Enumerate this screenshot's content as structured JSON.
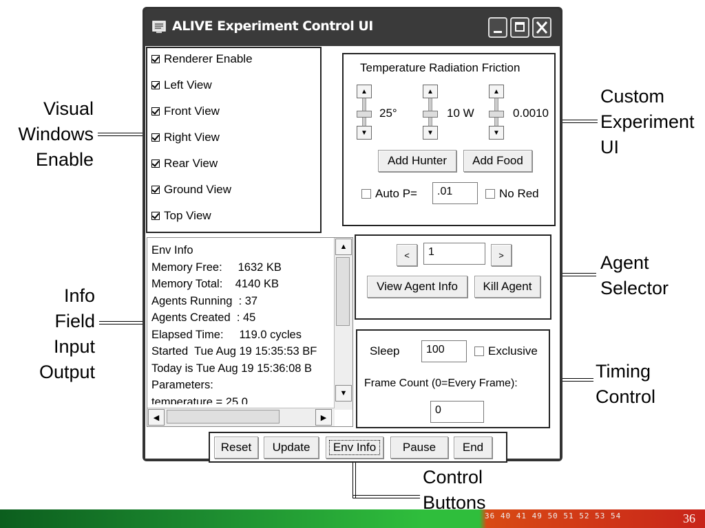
{
  "window": {
    "title": "ALIVE Experiment Control UI"
  },
  "visual_windows": [
    {
      "label": "Renderer Enable",
      "checked": true
    },
    {
      "label": "Left View",
      "checked": true
    },
    {
      "label": "Front View",
      "checked": true
    },
    {
      "label": "Right View",
      "checked": true
    },
    {
      "label": "Rear View",
      "checked": true
    },
    {
      "label": "Ground View",
      "checked": true
    },
    {
      "label": "Top View",
      "checked": true
    }
  ],
  "custom_experiment": {
    "header": "Temperature Radiation Friction",
    "temperature_value": "25°",
    "radiation_value": "10 W",
    "friction_value": "0.0010",
    "add_hunter_label": "Add Hunter",
    "add_food_label": "Add Food",
    "auto_p_label": "Auto P=",
    "auto_p_checked": false,
    "auto_p_value": ".01",
    "no_red_label": "No Red",
    "no_red_checked": false
  },
  "agent_selector": {
    "prev_label": "<",
    "next_label": ">",
    "agent_id": "1",
    "view_info_label": "View Agent Info",
    "kill_label": "Kill Agent"
  },
  "info_field": {
    "text": "Env Info\nMemory Free:     1632 KB\nMemory Total:    4140 KB\nAgents Running  : 37\nAgents Created  : 45\nElapsed Time:     119.0 cycles\nStarted  Tue Aug 19 15:35:53 BF\nToday is Tue Aug 19 15:36:08 B\nParameters:\ntemperature = 25.0"
  },
  "timing_control": {
    "sleep_label": "Sleep",
    "sleep_value": "100",
    "exclusive_label": "Exclusive",
    "exclusive_checked": false,
    "frame_count_label": "Frame Count (0=Every Frame):",
    "frame_count_value": "0"
  },
  "control_buttons": {
    "reset": "Reset",
    "update": "Update",
    "env_info": "Env Info",
    "pause": "Pause",
    "end": "End"
  },
  "callouts": {
    "visual_windows": [
      "Visual",
      "Windows",
      "Enable"
    ],
    "info_field": [
      "Info",
      "Field",
      "Input",
      "Output"
    ],
    "custom_experiment": [
      "Custom",
      "Experiment",
      "UI"
    ],
    "agent_selector": [
      "Agent",
      "Selector"
    ],
    "timing_control": [
      "Timing",
      "Control"
    ],
    "control_buttons": [
      "Control",
      "Buttons"
    ]
  },
  "footer": {
    "slide_refs": "36 40 41 49 50 51 52 53 54",
    "slide_number": "36"
  },
  "colors": {
    "title_bar": "#3a3a3a",
    "footer_green": "#2fbe3c",
    "footer_red": "#c8241a"
  }
}
